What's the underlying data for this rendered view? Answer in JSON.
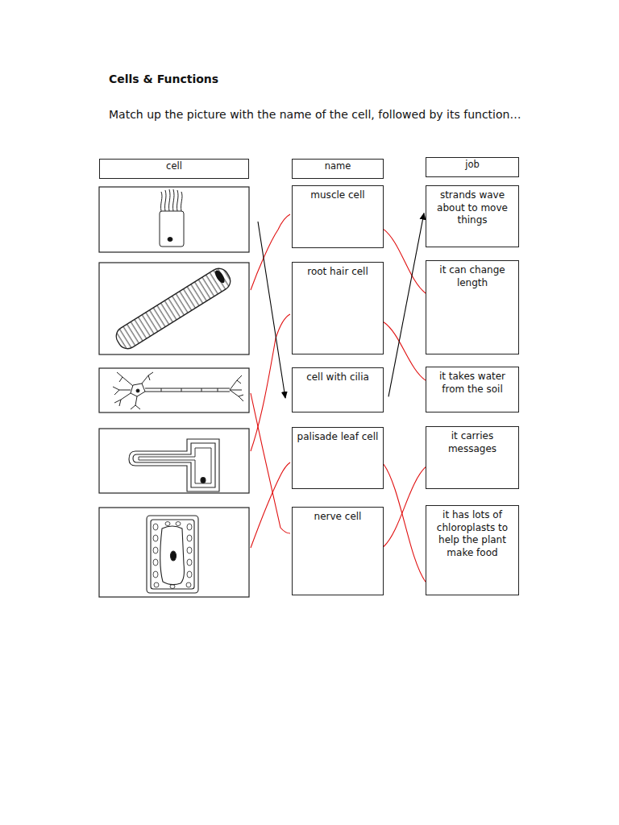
{
  "diagram": {
    "title": "Cells & Functions",
    "nodes": [
      {
        "text": [
          "cell"
        ]
      },
      {
        "text": [
          "name"
        ]
      },
      {
        "text": [
          "job"
        ]
      },
      {
        "text": [
          "muscle cell"
        ]
      },
      {
        "text": [
          "strands wave about to move things"
        ]
      },
      {
        "text": [
          "root hair cell"
        ]
      },
      {
        "text": [
          "it can change length"
        ]
      },
      {
        "text": [
          "cell with cilia"
        ]
      },
      {
        "text": [
          "it takes water from the soil"
        ]
      },
      {
        "text": [
          "palisade leaf cell"
        ]
      },
      {
        "text": [
          "it carries messages"
        ]
      },
      {
        "text": [
          "nerve cell"
        ]
      },
      {
        "text": [
          "it has lots of chloroplasts to help the plant make food"
        ]
      }
    ],
    "edges": [
      {
        "from": 3,
        "to": 6,
        "arrow": "none"
      },
      {
        "from": 5,
        "to": 8,
        "arrow": "none"
      },
      {
        "from": 9,
        "to": 12,
        "arrow": "none"
      },
      {
        "from": 11,
        "to": 10,
        "arrow": "none"
      },
      {
        "from": 7,
        "to": 4,
        "arrow": "to"
      }
    ],
    "labels": [
      "Match up the picture with the name of the cell, followed by its function…"
    ]
  }
}
